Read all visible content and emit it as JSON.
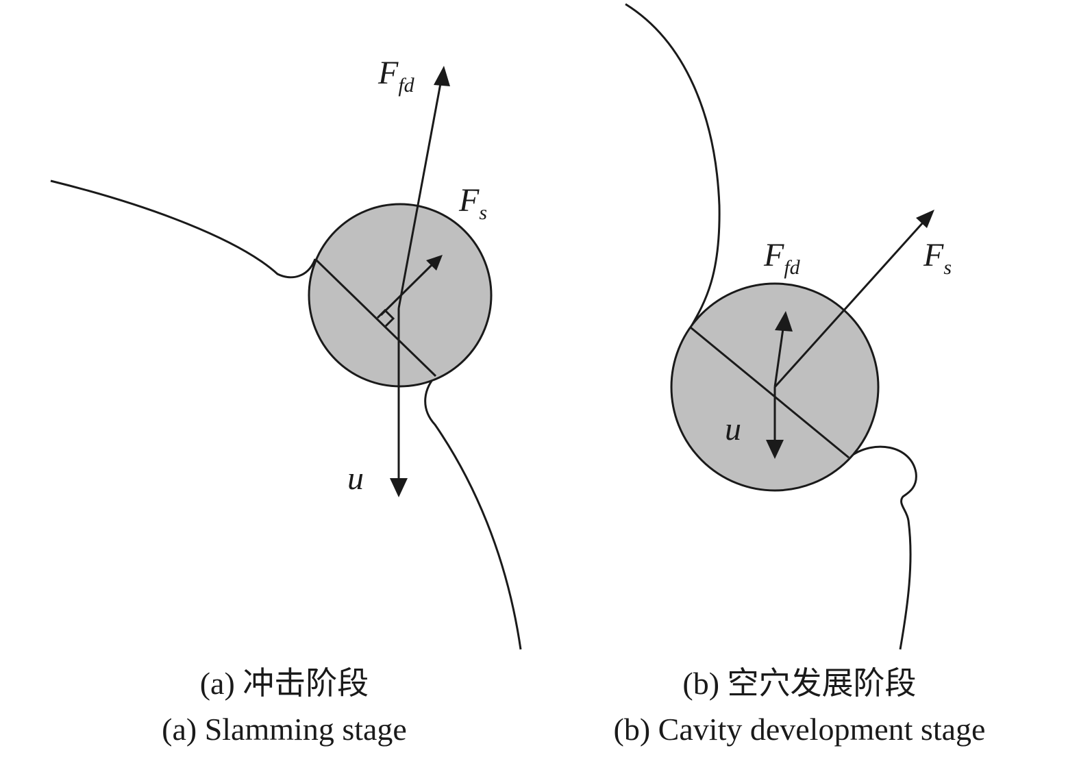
{
  "panel_a": {
    "labels": {
      "ffd": {
        "main": "F",
        "sub": "fd"
      },
      "fs": {
        "main": "F",
        "sub": "s"
      },
      "u": "u"
    },
    "caption_cn": "(a) 冲击阶段",
    "caption_en": "(a) Slamming stage"
  },
  "panel_b": {
    "labels": {
      "ffd": {
        "main": "F",
        "sub": "fd"
      },
      "fs": {
        "main": "F",
        "sub": "s"
      },
      "u": "u"
    },
    "caption_cn": "(b) 空穴发展阶段",
    "caption_en": "(b) Cavity development stage"
  },
  "colors": {
    "sphere_fill": "#bfbfbf",
    "ink": "#1a1a1a"
  }
}
